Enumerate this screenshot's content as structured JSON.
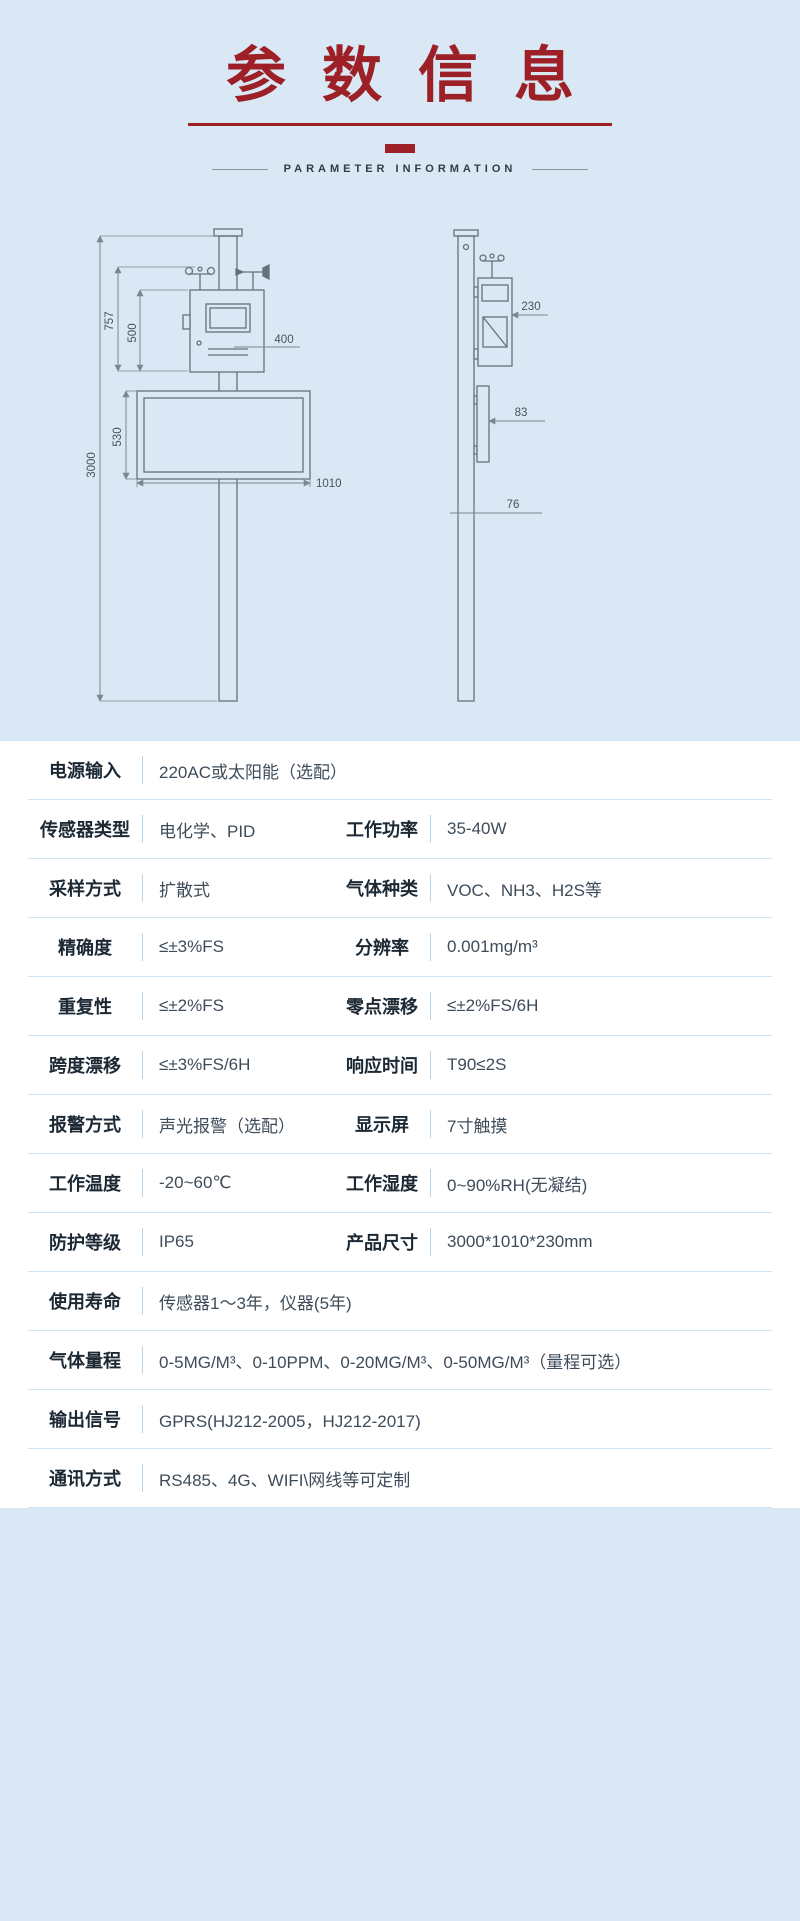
{
  "theme": {
    "bg": "#d9e8f4",
    "accent": "#9c2026",
    "line": "#cfe3f1",
    "vline": "#b9d5e9"
  },
  "header": {
    "title": "参数信息",
    "subtitle": "PARAMETER INFORMATION"
  },
  "diagram": {
    "dimensions": {
      "total_height": "3000",
      "sensor_stack_height": "757",
      "box_height": "500",
      "screen_height": "530",
      "box_width": "400",
      "screen_width": "1010",
      "box_depth": "230",
      "screen_depth": "83",
      "pole_depth": "76"
    }
  },
  "specs": {
    "rows": [
      {
        "cells": [
          {
            "label": "电源输入",
            "value": "220AC或太阳能（选配）"
          }
        ]
      },
      {
        "cells": [
          {
            "label": "传感器类型",
            "value": "电化学、PID"
          },
          {
            "label": "工作功率",
            "value": "35-40W"
          }
        ]
      },
      {
        "cells": [
          {
            "label": "采样方式",
            "value": "扩散式"
          },
          {
            "label": "气体种类",
            "value": "VOC、NH3、H2S等"
          }
        ]
      },
      {
        "cells": [
          {
            "label": "精确度",
            "value": "≤±3%FS"
          },
          {
            "label": "分辨率",
            "value": "0.001mg/m³"
          }
        ]
      },
      {
        "cells": [
          {
            "label": "重复性",
            "value": "≤±2%FS"
          },
          {
            "label": "零点漂移",
            "value": "≤±2%FS/6H"
          }
        ]
      },
      {
        "cells": [
          {
            "label": "跨度漂移",
            "value": "≤±3%FS/6H"
          },
          {
            "label": "响应时间",
            "value": "T90≤2S"
          }
        ]
      },
      {
        "cells": [
          {
            "label": "报警方式",
            "value": "声光报警（选配）"
          },
          {
            "label": "显示屏",
            "value": "7寸触摸"
          }
        ]
      },
      {
        "cells": [
          {
            "label": "工作温度",
            "value": "-20~60℃"
          },
          {
            "label": "工作湿度",
            "value": "0~90%RH(无凝结)"
          }
        ]
      },
      {
        "cells": [
          {
            "label": "防护等级",
            "value": "IP65"
          },
          {
            "label": "产品尺寸",
            "value": "3000*1010*230mm"
          }
        ]
      },
      {
        "cells": [
          {
            "label": "使用寿命",
            "value": "传感器1～3年，仪器(5年)"
          }
        ]
      },
      {
        "cells": [
          {
            "label": "气体量程",
            "value": "0-5MG/M³、0-10PPM、0-20MG/M³、0-50MG/M³（量程可选）"
          }
        ]
      },
      {
        "cells": [
          {
            "label": "输出信号",
            "value": "GPRS(HJ212-2005，HJ212-2017)"
          }
        ]
      },
      {
        "cells": [
          {
            "label": "通讯方式",
            "value": "RS485、4G、WIFI\\网线等可定制"
          }
        ]
      }
    ]
  }
}
